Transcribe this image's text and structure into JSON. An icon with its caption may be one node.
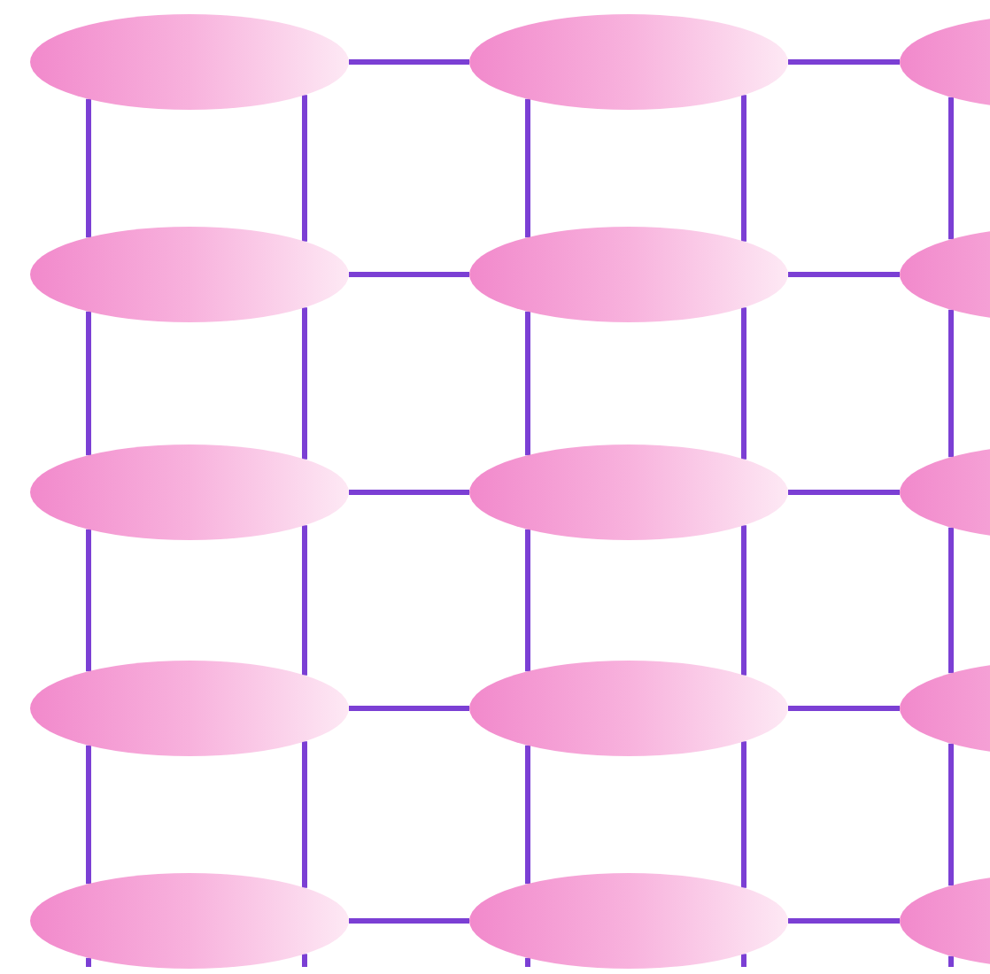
{
  "diagram": {
    "nodes": [
      {
        "text": [],
        "shape": "ellipse"
      },
      {
        "text": [],
        "shape": "ellipse"
      },
      {
        "text": [],
        "shape": "ellipse"
      },
      {
        "text": [],
        "shape": "ellipse"
      },
      {
        "text": [],
        "shape": "ellipse"
      },
      {
        "text": [],
        "shape": "ellipse"
      },
      {
        "text": [],
        "shape": "ellipse"
      },
      {
        "text": [],
        "shape": "ellipse"
      },
      {
        "text": [],
        "shape": "ellipse"
      },
      {
        "text": [],
        "shape": "ellipse"
      },
      {
        "text": [],
        "shape": "ellipse"
      },
      {
        "text": [],
        "shape": "ellipse"
      },
      {
        "text": [],
        "shape": "ellipse"
      },
      {
        "text": [],
        "shape": "ellipse"
      },
      {
        "text": [],
        "shape": "ellipse"
      }
    ],
    "edges": [
      {
        "from": 0,
        "to": 1,
        "arrow": "none"
      },
      {
        "from": 1,
        "to": 2,
        "arrow": "none"
      },
      {
        "from": 3,
        "to": 4,
        "arrow": "none"
      },
      {
        "from": 4,
        "to": 5,
        "arrow": "none"
      },
      {
        "from": 6,
        "to": 7,
        "arrow": "none"
      },
      {
        "from": 7,
        "to": 8,
        "arrow": "none"
      },
      {
        "from": 9,
        "to": 10,
        "arrow": "none"
      },
      {
        "from": 10,
        "to": 11,
        "arrow": "none"
      },
      {
        "from": 12,
        "to": 13,
        "arrow": "none"
      },
      {
        "from": 13,
        "to": 14,
        "arrow": "none"
      },
      {
        "from": 0,
        "to": 3,
        "arrow": "none"
      },
      {
        "from": 0,
        "to": 3,
        "arrow": "none"
      },
      {
        "from": 1,
        "to": 4,
        "arrow": "none"
      },
      {
        "from": 1,
        "to": 4,
        "arrow": "none"
      },
      {
        "from": 2,
        "to": 5,
        "arrow": "none"
      },
      {
        "from": 3,
        "to": 6,
        "arrow": "none"
      },
      {
        "from": 3,
        "to": 6,
        "arrow": "none"
      },
      {
        "from": 4,
        "to": 7,
        "arrow": "none"
      },
      {
        "from": 4,
        "to": 7,
        "arrow": "none"
      },
      {
        "from": 5,
        "to": 8,
        "arrow": "none"
      },
      {
        "from": 6,
        "to": 9,
        "arrow": "none"
      },
      {
        "from": 6,
        "to": 9,
        "arrow": "none"
      },
      {
        "from": 7,
        "to": 10,
        "arrow": "none"
      },
      {
        "from": 7,
        "to": 10,
        "arrow": "none"
      },
      {
        "from": 8,
        "to": 11,
        "arrow": "none"
      },
      {
        "from": 9,
        "to": 12,
        "arrow": "none"
      },
      {
        "from": 9,
        "to": 12,
        "arrow": "none"
      },
      {
        "from": 10,
        "to": 13,
        "arrow": "none"
      },
      {
        "from": 10,
        "to": 13,
        "arrow": "none"
      },
      {
        "from": 11,
        "to": 14,
        "arrow": "none"
      },
      {
        "from": 12,
        "to": null,
        "arrow": "none"
      },
      {
        "from": 12,
        "to": null,
        "arrow": "none"
      },
      {
        "from": 13,
        "to": null,
        "arrow": "none"
      },
      {
        "from": 13,
        "to": null,
        "arrow": "none"
      },
      {
        "from": 14,
        "to": null,
        "arrow": "none"
      }
    ]
  }
}
